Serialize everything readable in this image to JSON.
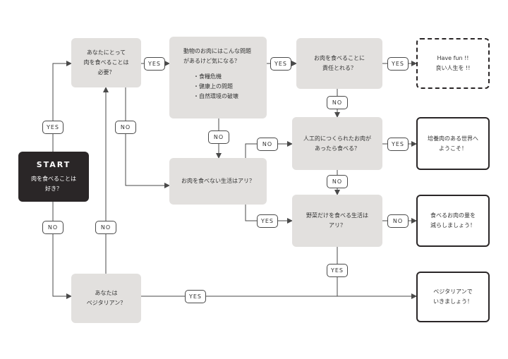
{
  "nodes": {
    "start": {
      "title": "START",
      "lines": [
        "肉を食べることは",
        "好き？"
      ]
    },
    "need_meat": {
      "lines": [
        "あなたにとって",
        "肉を食べることは",
        "必要？"
      ]
    },
    "worry": {
      "lines": [
        "動物のお肉にはこんな問題",
        "があるけど気になる？"
      ],
      "bullets": [
        "・食糧危機",
        "・健康上の問題",
        "・自然環境の破壊"
      ]
    },
    "responsible": {
      "lines": [
        "お肉を食べることに",
        "責任とれる？"
      ]
    },
    "have_fun": {
      "lines": [
        "Have fun !!",
        "良い人生を !!"
      ]
    },
    "artificial": {
      "lines": [
        "人工的につくられたお肉が",
        "あったら食べる？"
      ]
    },
    "cultured": {
      "lines": [
        "培養肉のある世界へ",
        "ようこそ！"
      ]
    },
    "no_meat_life": {
      "lines": [
        "お肉を食べない生活はアリ？"
      ]
    },
    "veg_only": {
      "lines": [
        "野菜だけを食べる生活は",
        "アリ？"
      ]
    },
    "reduce": {
      "lines": [
        "食べるお肉の量を",
        "減らしましょう！"
      ]
    },
    "vegetarian_q": {
      "lines": [
        "あなたは",
        "ベジタリアン？"
      ]
    },
    "vegetarian_end": {
      "lines": [
        "ベジタリアンで",
        "いきましょう！"
      ]
    }
  },
  "labels": {
    "yes": "YES",
    "no": "NO"
  },
  "colors": {
    "start_fill": "#2a2627",
    "question_fill": "#e2e0de",
    "result_border": "#2a2627",
    "line": "#4a4a4a"
  }
}
